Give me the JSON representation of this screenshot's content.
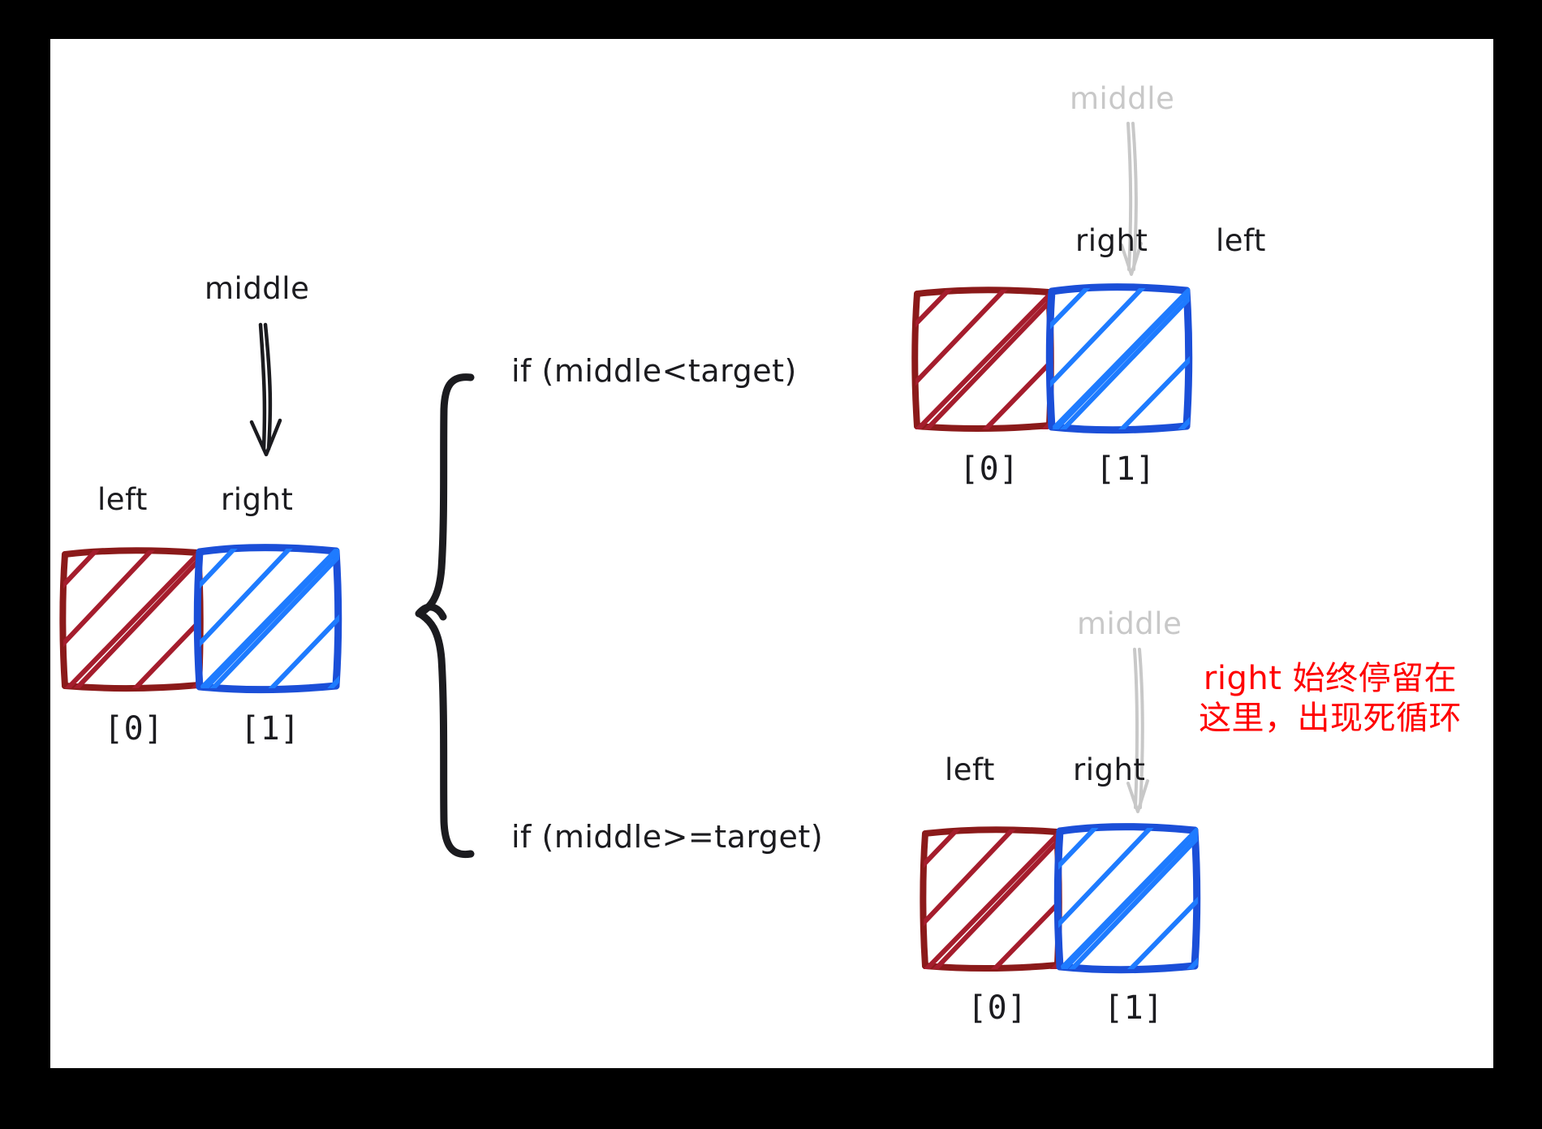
{
  "diagram": {
    "title": "binary-search-left-right-middle-infinite-loop",
    "colors": {
      "frame": "#000000",
      "sheet": "#ffffff",
      "left_box": "#8b1a1a",
      "left_hatch": "#a51d2d",
      "right_box": "#1b4fd8",
      "right_hatch": "#1e7bff",
      "text": "#1b1b1f",
      "ghost": "#c8c8c8",
      "note": "#ff0000"
    }
  },
  "panels": {
    "start": {
      "name": "start-panel",
      "middle_label": "middle",
      "pointer_labels": [
        "left",
        "right"
      ],
      "index_labels": [
        "[0]",
        "[1]"
      ],
      "cells": [
        {
          "index": "[0]",
          "owner": "left",
          "color": "#8b1a1a"
        },
        {
          "index": "[1]",
          "owner": "right",
          "color": "#1b4fd8"
        }
      ]
    },
    "branch_lt": {
      "name": "middle-less-than-target-panel",
      "middle_label": "middle",
      "pointer_labels": [
        "right",
        "left"
      ],
      "index_labels": [
        "[0]",
        "[1]"
      ],
      "cells": [
        {
          "index": "[0]",
          "owner": "right",
          "color": "#8b1a1a"
        },
        {
          "index": "[1]",
          "owner": "left",
          "color": "#1b4fd8"
        }
      ]
    },
    "branch_ge": {
      "name": "middle-ge-target-panel",
      "middle_label": "middle",
      "pointer_labels": [
        "left",
        "right"
      ],
      "index_labels": [
        "[0]",
        "[1]"
      ],
      "cells": [
        {
          "index": "[0]",
          "owner": "left",
          "color": "#8b1a1a"
        },
        {
          "index": "[1]",
          "owner": "right",
          "color": "#1b4fd8"
        }
      ]
    }
  },
  "branches": {
    "top_condition": "if (middle<target)",
    "bottom_condition": "if (middle>=target)"
  },
  "annotation": {
    "text": "right 始终停留在\n这里，出现死循环"
  }
}
